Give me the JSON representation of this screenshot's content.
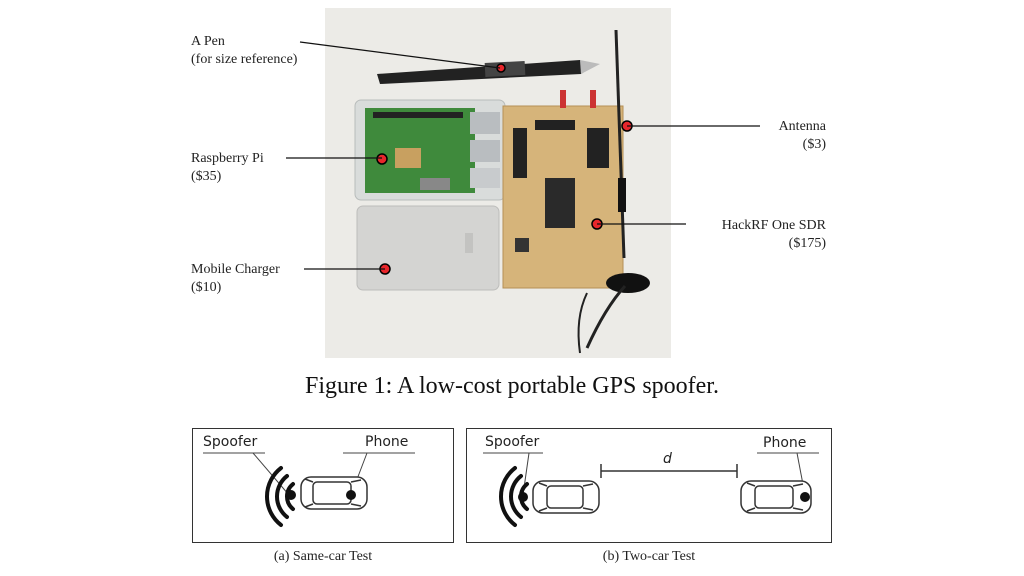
{
  "figure1": {
    "labels": {
      "pen": "A Pen",
      "pen_note": "(for size reference)",
      "raspberry": "Raspberry Pi",
      "raspberry_price": "($35)",
      "charger": "Mobile Charger",
      "charger_price": "($10)",
      "antenna": "Antenna",
      "antenna_price": "($3)",
      "hackrf": "HackRF One SDR",
      "hackrf_price": "($175)"
    },
    "caption": "Figure 1: A low-cost portable GPS spoofer."
  },
  "figure2": {
    "panel_a": {
      "spoofer": "Spoofer",
      "phone": "Phone",
      "caption": "(a) Same-car Test"
    },
    "panel_b": {
      "spoofer": "Spoofer",
      "phone": "Phone",
      "distance": "d",
      "caption": "(b) Two-car Test"
    }
  },
  "colors": {
    "marker_red": "#e8262b",
    "board_wood": "#d6b47a",
    "pi_green": "#3f8a3c",
    "charger_silver": "#d4d4d2",
    "photo_bg": "#ecebe7"
  }
}
